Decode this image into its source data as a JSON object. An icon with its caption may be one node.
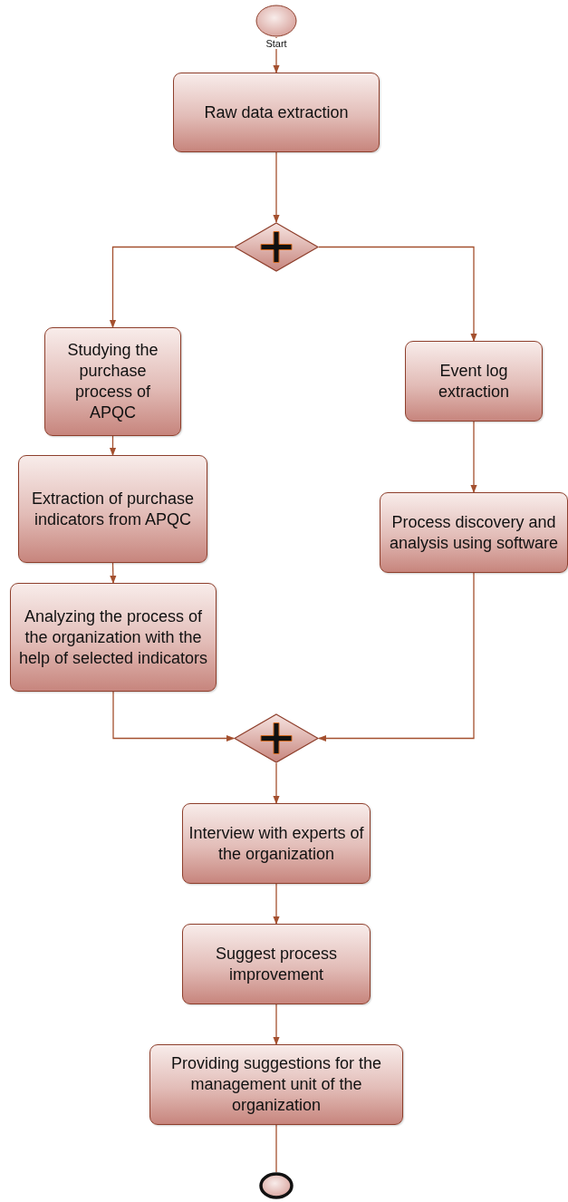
{
  "diagram": {
    "nodes": [
      {
        "text": [],
        "shape": "circle",
        "beside": [
          "Start"
        ]
      },
      {
        "text": [
          "Raw data extraction"
        ]
      },
      {
        "text": [],
        "shape": "diamond"
      },
      {
        "text": [
          "Studying the purchase process of APQC"
        ]
      },
      {
        "text": [
          "Extraction of purchase indicators from APQC"
        ]
      },
      {
        "text": [
          "Analyzing the process of the organization with the help of selected indicators"
        ]
      },
      {
        "text": [
          "Event log extraction"
        ]
      },
      {
        "text": [
          "Process discovery and analysis using software"
        ]
      },
      {
        "text": [],
        "shape": "diamond"
      },
      {
        "text": [
          "Interview with experts of the organization"
        ]
      },
      {
        "text": [
          "Suggest process improvement"
        ]
      },
      {
        "text": [
          "Providing suggestions for the management unit of the organization"
        ]
      },
      {
        "text": [],
        "shape": "circle"
      }
    ],
    "edges": [
      {
        "from": 0,
        "to": 1,
        "arrow": "to"
      },
      {
        "from": 1,
        "to": 2,
        "arrow": "to"
      },
      {
        "from": 2,
        "to": 3,
        "arrow": "to"
      },
      {
        "from": 2,
        "to": 6,
        "arrow": "to"
      },
      {
        "from": 3,
        "to": 4,
        "arrow": "to"
      },
      {
        "from": 4,
        "to": 5,
        "arrow": "to"
      },
      {
        "from": 6,
        "to": 7,
        "arrow": "to"
      },
      {
        "from": 5,
        "to": 8,
        "arrow": "to"
      },
      {
        "from": 7,
        "to": 8,
        "arrow": "to"
      },
      {
        "from": 8,
        "to": 9,
        "arrow": "to"
      },
      {
        "from": 9,
        "to": 10,
        "arrow": "to"
      },
      {
        "from": 10,
        "to": 11,
        "arrow": "to"
      },
      {
        "from": 11,
        "to": 12,
        "arrow": "none"
      }
    ]
  }
}
